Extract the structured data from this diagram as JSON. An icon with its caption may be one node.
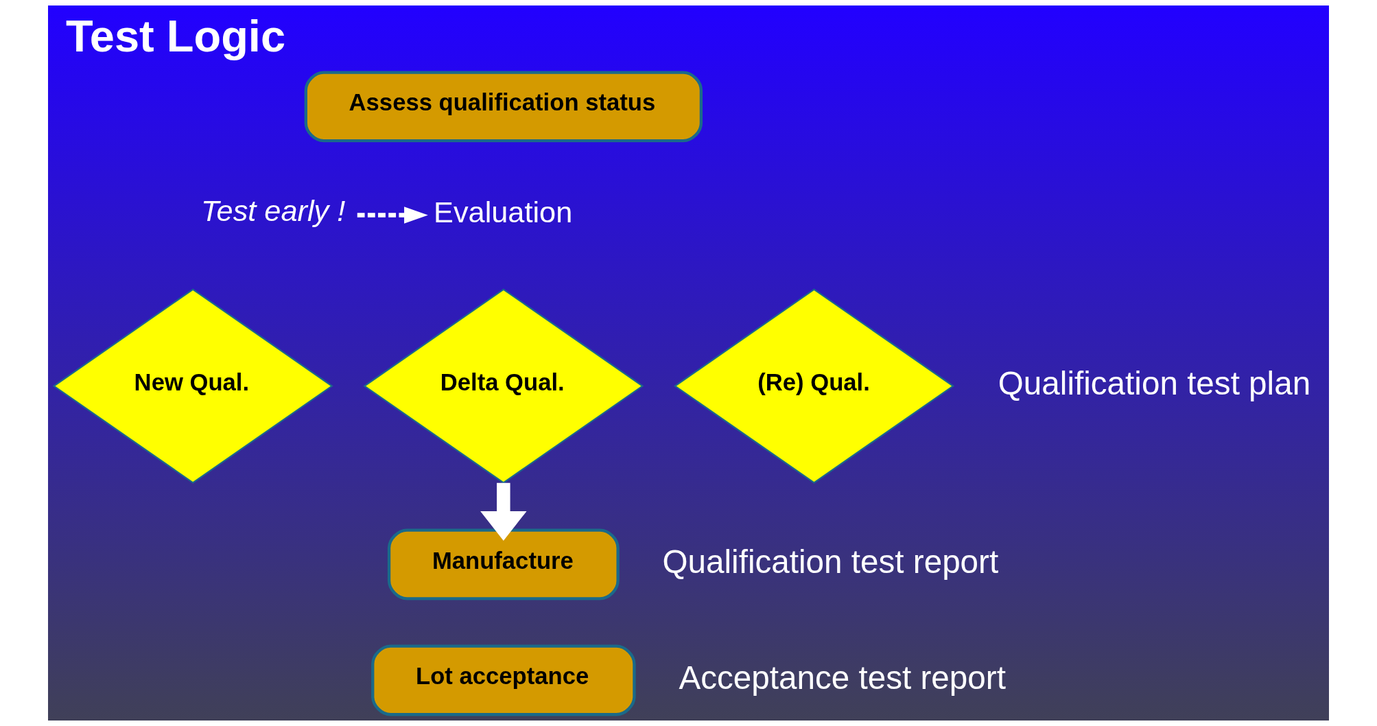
{
  "diagram": {
    "title": "Test Logic",
    "nodes": [
      {
        "text": [
          "Assess qualification status"
        ]
      },
      {
        "text": [
          "Test early !"
        ]
      },
      {
        "text": [
          "Evaluation"
        ]
      },
      {
        "text": [
          "New Qual."
        ]
      },
      {
        "text": [
          "Delta Qual."
        ]
      },
      {
        "text": [
          "(Re) Qual."
        ]
      },
      {
        "text": [
          "Manufacture"
        ]
      },
      {
        "text": [
          "Lot acceptance"
        ]
      }
    ],
    "edges": [
      {
        "from": 1,
        "to": 2,
        "arrow": "to",
        "style": "dashed"
      },
      {
        "from": 4,
        "to": 6,
        "arrow": "to",
        "style": "thick"
      }
    ],
    "labels": [
      "Qualification test plan",
      "Qualification test report",
      "Acceptance test report"
    ]
  }
}
